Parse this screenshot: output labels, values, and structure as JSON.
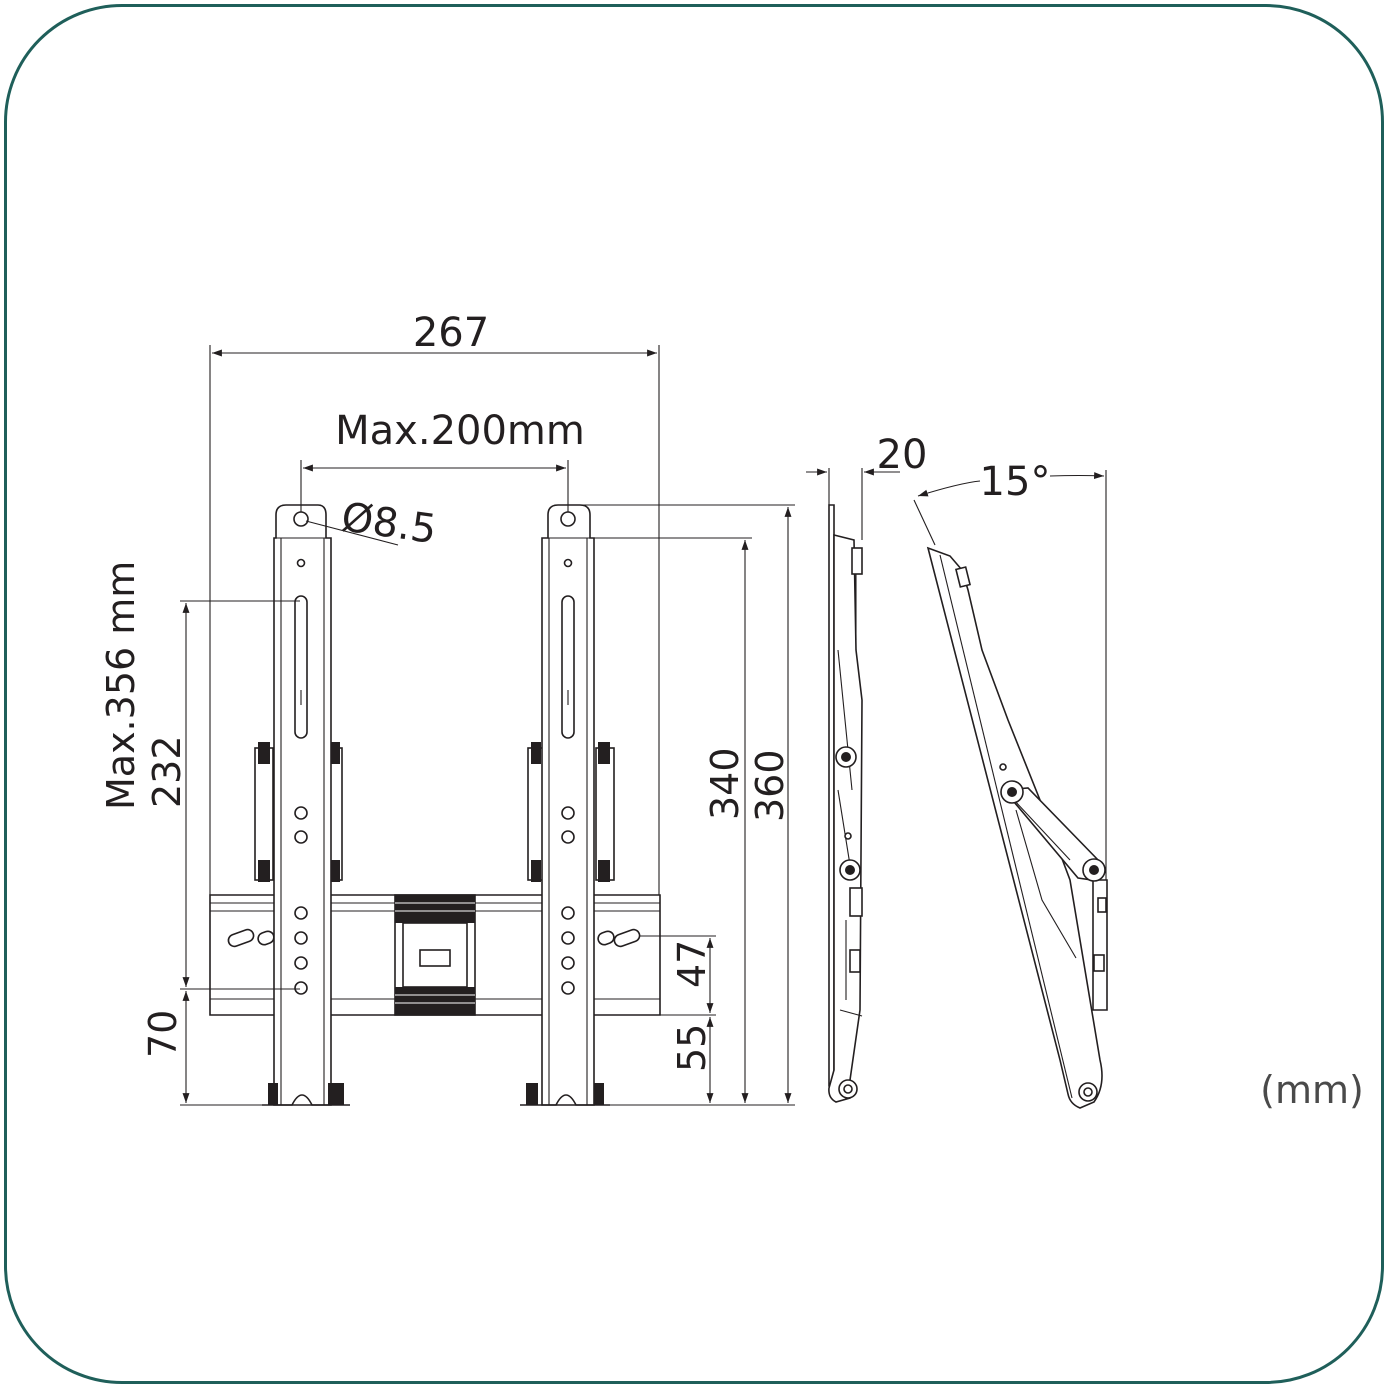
{
  "dimensions": {
    "overall_width": "267",
    "vesa_horizontal": "Max.200mm",
    "hole_diameter": "Ø8.5",
    "vesa_vertical_max": "Max.356 mm",
    "vesa_vertical": "232",
    "bottom_offset": "70",
    "height_inner": "340",
    "height_overall": "360",
    "slot_height": "47",
    "slot_offset": "55",
    "depth": "20",
    "tilt_angle": "15°"
  },
  "unit_note": "(mm)",
  "colors": {
    "frame_border": "#1f5f5a",
    "line": "#231f20"
  }
}
